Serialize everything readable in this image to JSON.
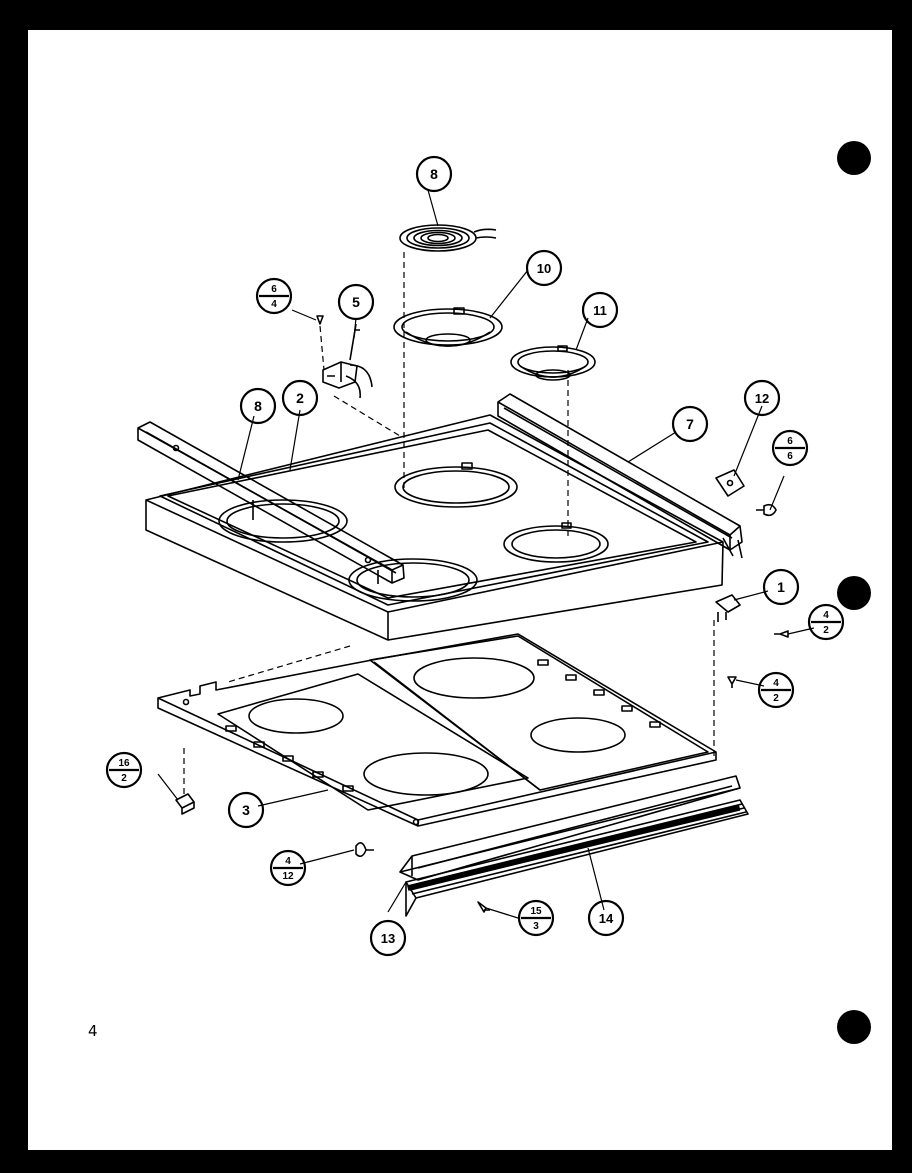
{
  "page_number": "4",
  "callouts": [
    {
      "id": "c8-top",
      "text": "8"
    },
    {
      "id": "c10",
      "text": "10"
    },
    {
      "id": "c11",
      "text": "11"
    },
    {
      "id": "c5",
      "text": "5"
    },
    {
      "id": "c6-4",
      "num": "6",
      "den": "4"
    },
    {
      "id": "c8-left",
      "text": "8"
    },
    {
      "id": "c2",
      "text": "2"
    },
    {
      "id": "c7",
      "text": "7"
    },
    {
      "id": "c12",
      "text": "12"
    },
    {
      "id": "c6-6",
      "num": "6",
      "den": "6"
    },
    {
      "id": "c1",
      "text": "1"
    },
    {
      "id": "c4-2a",
      "num": "4",
      "den": "2"
    },
    {
      "id": "c4-2b",
      "num": "4",
      "den": "2"
    },
    {
      "id": "c16-2",
      "num": "16",
      "den": "2"
    },
    {
      "id": "c3",
      "text": "3"
    },
    {
      "id": "c4-12",
      "num": "4",
      "den": "12"
    },
    {
      "id": "c13",
      "text": "13"
    },
    {
      "id": "c15-3",
      "num": "15",
      "den": "3"
    },
    {
      "id": "c14",
      "text": "14"
    }
  ]
}
